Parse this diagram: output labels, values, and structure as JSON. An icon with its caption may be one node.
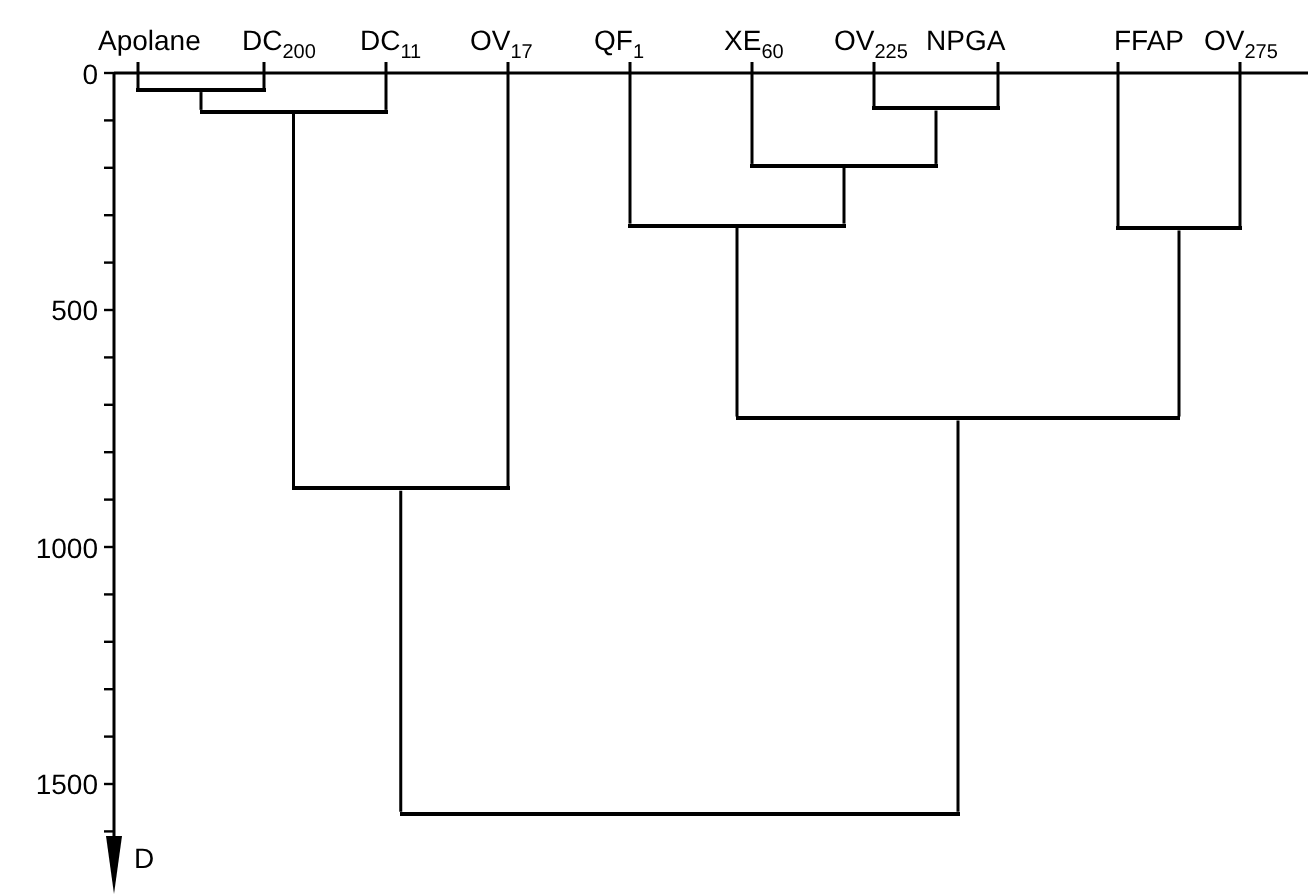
{
  "diagram": {
    "nodes": [
      {
        "text": [
          "Apolane"
        ]
      },
      {
        "text": [
          "DC$_{200}$"
        ]
      },
      {
        "text": [
          "DC$_{11}$"
        ]
      },
      {
        "text": [
          "OV$_{17}$"
        ]
      },
      {
        "text": [
          "QF$_{1}$"
        ]
      },
      {
        "text": [
          "XE$_{60}$"
        ]
      },
      {
        "text": [
          "OV$_{225}$"
        ]
      },
      {
        "text": [
          "NPGA"
        ]
      },
      {
        "text": [
          "FFAP"
        ]
      },
      {
        "text": [
          "OV$_{275}$"
        ]
      },
      {
        "text": [],
        "shape": "bar"
      },
      {
        "text": [],
        "shape": "bar"
      },
      {
        "text": [],
        "shape": "bar"
      },
      {
        "text": [],
        "shape": "bar"
      },
      {
        "text": [],
        "shape": "bar"
      },
      {
        "text": [],
        "shape": "bar"
      },
      {
        "text": [],
        "shape": "bar"
      },
      {
        "text": [],
        "shape": "bar"
      },
      {
        "text": [],
        "shape": "bar"
      }
    ],
    "edges": [
      {
        "from": 0,
        "to": 10,
        "arrow": "none"
      },
      {
        "from": 1,
        "to": 10,
        "arrow": "none"
      },
      {
        "from": 6,
        "to": 11,
        "arrow": "none"
      },
      {
        "from": 7,
        "to": 11,
        "arrow": "none"
      },
      {
        "from": 10,
        "to": 12,
        "arrow": "none"
      },
      {
        "from": 2,
        "to": 12,
        "arrow": "none"
      },
      {
        "from": 5,
        "to": 13,
        "arrow": "none"
      },
      {
        "from": 11,
        "to": 13,
        "arrow": "none"
      },
      {
        "from": 4,
        "to": 14,
        "arrow": "none"
      },
      {
        "from": 13,
        "to": 14,
        "arrow": "none"
      },
      {
        "from": 8,
        "to": 15,
        "arrow": "none"
      },
      {
        "from": 9,
        "to": 15,
        "arrow": "none"
      },
      {
        "from": 14,
        "to": 16,
        "arrow": "none"
      },
      {
        "from": 15,
        "to": 16,
        "arrow": "none"
      },
      {
        "from": 12,
        "to": 17,
        "arrow": "none"
      },
      {
        "from": 3,
        "to": 17,
        "arrow": "none"
      },
      {
        "from": 17,
        "to": 18,
        "arrow": "none"
      },
      {
        "from": 16,
        "to": 18,
        "arrow": "none"
      }
    ],
    "labels": [
      "0",
      "500",
      "1000",
      "1500",
      "D"
    ]
  }
}
